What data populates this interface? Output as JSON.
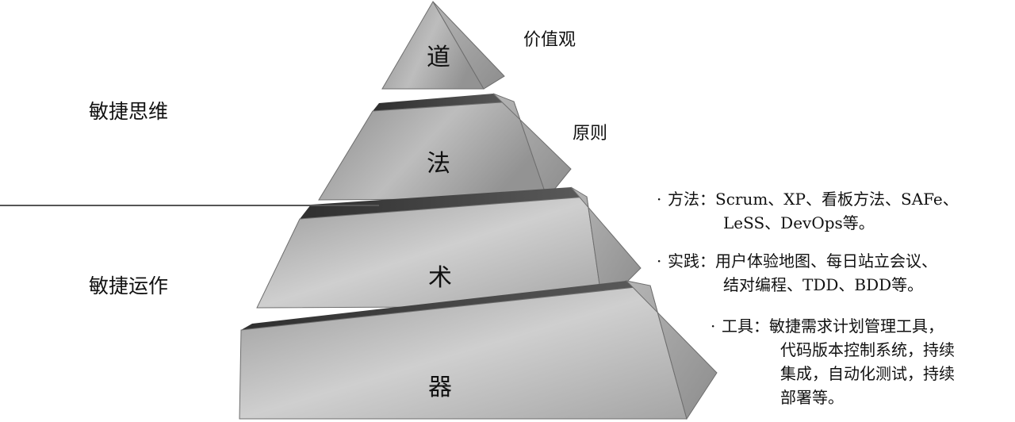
{
  "tiers": [
    {
      "label": "道",
      "note": "价值观"
    },
    {
      "label": "法",
      "note": "原则"
    },
    {
      "label": "术"
    },
    {
      "label": "器"
    }
  ],
  "sides": {
    "upper": "敏捷思维",
    "lower": "敏捷运作"
  },
  "descriptions": [
    {
      "bullet": "·",
      "head": "方法：",
      "lines": [
        "Scrum、XP、看板方法、SAFe、",
        "LeSS、DevOps等。"
      ]
    },
    {
      "bullet": "·",
      "head": "实践：",
      "lines": [
        "用户体验地图、每日站立会议、",
        "结对编程、TDD、BDD等。"
      ]
    },
    {
      "bullet": "·",
      "head": "工具：",
      "lines": [
        "敏捷需求计划管理工具，",
        "代码版本控制系统，持续",
        "集成，自动化测试，持续",
        "部署等。"
      ]
    }
  ],
  "colors": {
    "front_light": "#c9c9c9",
    "front_dark": "#8a8a8a",
    "side": "#a8a8a8",
    "top": "#3a3a3a",
    "divider": "#555555"
  }
}
